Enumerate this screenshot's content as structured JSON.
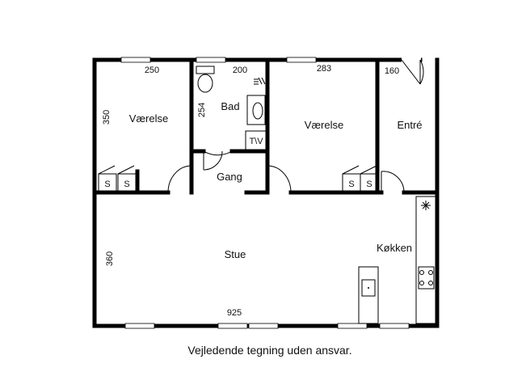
{
  "rooms": {
    "vaerelse_left": "Værelse",
    "bad": "Bad",
    "vaerelse_right": "Værelse",
    "entre": "Entré",
    "gang": "Gang",
    "stue": "Stue",
    "koekken": "Køkken"
  },
  "dimensions": {
    "vaerelse_left_width": "250",
    "vaerelse_left_depth": "350",
    "bad_width": "200",
    "bad_depth": "254",
    "vaerelse_right_width": "283",
    "entre_width": "160",
    "stue_depth": "360",
    "total_width": "925"
  },
  "fixtures": {
    "closet": "S",
    "tv": "T\\V"
  },
  "caption": "Vejledende tegning uden ansvar."
}
